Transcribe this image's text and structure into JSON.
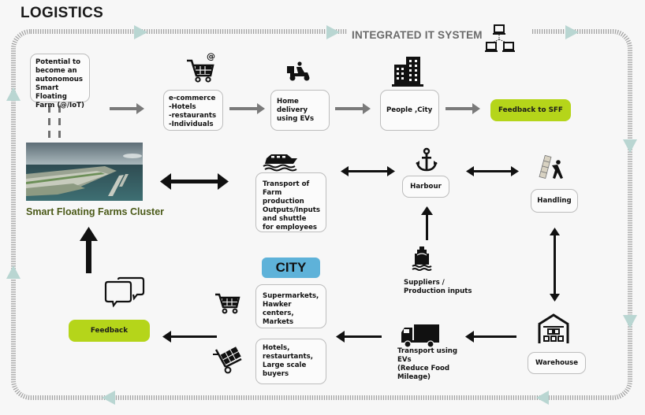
{
  "title": "LOGISTICS",
  "it_system": {
    "title": "INTEGRATED IT SYSTEM",
    "icon": "networked-computers-icon"
  },
  "loop": {
    "color": "#b9d6d2",
    "dots_color": "#9c9c9c",
    "direction": "clockwise"
  },
  "top_flow": {
    "potential_box": "Potential to become an autonomous Smart Floating Farm (@/IoT)",
    "ecommerce": {
      "icon": "shopping-cart-at-icon",
      "lines": [
        "e-commerce",
        "-Hotels",
        "-restaurants",
        "-Individuals"
      ]
    },
    "home_delivery": {
      "icon": "delivery-scooter-icon",
      "text": "Home delivery using EVs"
    },
    "people_city": {
      "icon": "city-buildings-icon",
      "text": "People ,City"
    },
    "feedback_sff": "Feedback to SFF"
  },
  "farm": {
    "label": "Smart Floating Farms Cluster",
    "image": "floating-farm-photo"
  },
  "middle_flow": {
    "transport": {
      "icon": "ferry-boat-icon",
      "text": "Transport of Farm production Outputs/Inputs and shuttle for employees"
    },
    "harbour": {
      "icon": "anchor-icon",
      "text": "Harbour"
    },
    "handling": {
      "icon": "worker-pushing-boxes-icon",
      "text": "Handling"
    },
    "suppliers": {
      "icon": "cargo-ship-icon",
      "lines": [
        "Suppliers /",
        "Production inputs"
      ]
    }
  },
  "bottom_flow": {
    "city_badge": "CITY",
    "supermarkets": {
      "icon": "shopping-cart-icon",
      "text": "Supermarkets, Hawker centers, Markets"
    },
    "hotels": {
      "icon": "hand-truck-icon",
      "text": "Hotels, restaurtants, Large scale buyers"
    },
    "transport_ev": {
      "icon": "delivery-truck-icon",
      "lines": [
        "Transport using",
        "EVs",
        "(Reduce Food",
        "Mileage)"
      ]
    },
    "warehouse": {
      "icon": "warehouse-icon",
      "text": "Warehouse"
    },
    "feedback": {
      "icon": "chat-bubbles-icon",
      "text": "Feedback"
    }
  },
  "colors": {
    "feedback_green": "#b5d51a",
    "city_blue": "#5eb2d9",
    "farm_label": "#4b5a18",
    "arrow_grey": "#7a7a7a",
    "arrow_black": "#111111"
  }
}
